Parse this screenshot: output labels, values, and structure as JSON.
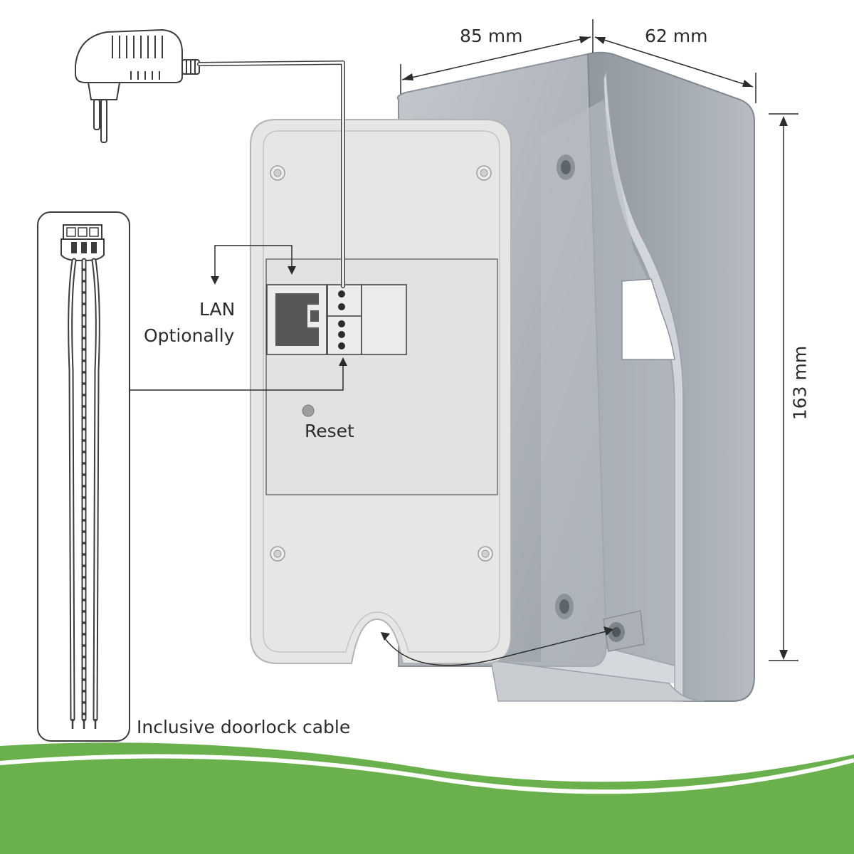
{
  "labels": {
    "width": "85 mm",
    "depth": "62 mm",
    "height": "163 mm",
    "lan": "LAN",
    "optionally": "Optionally",
    "reset": "Reset",
    "cable": "Inclusive doorlock cable"
  },
  "colors": {
    "housing": "#a9afb6",
    "panel": "#e5e5e5",
    "line": "#2c2c2c",
    "green_band": "#6ab04c",
    "highlight": "#ffffff"
  }
}
